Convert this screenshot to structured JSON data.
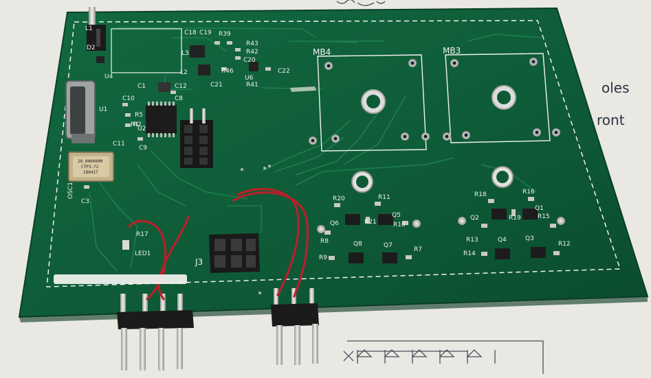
{
  "board": {
    "colors": {
      "pcb": "#0f5e3a",
      "pcb_edge": "#0a4a2d",
      "trace": "#1a7a4c",
      "silk": "#f2f2f2",
      "wire": "#b8202a",
      "header": "#1b1b1b",
      "pin": "#cfcfc8",
      "paper": "#e9e8e3"
    },
    "labels": {
      "mb4": "MB4",
      "mb3": "MB3",
      "j3": "J3",
      "osc1": "OSC1",
      "led1": "LED1",
      "u1": "U1",
      "u2": "U2",
      "u4": "U4",
      "u6": "U6",
      "d2": "D2",
      "l1": "L1",
      "l2": "L2",
      "l3": "L3",
      "c1": "C1",
      "c3": "C3",
      "c8": "C8",
      "c9": "C9",
      "c10": "C10",
      "c11": "C11",
      "c12": "C12",
      "c18": "C18",
      "c19": "C19",
      "c20": "C20",
      "c21": "C21",
      "c22": "C22",
      "r1": "R1",
      "r2": "R2",
      "r5": "R5",
      "r7": "R7",
      "r8": "R8",
      "r9": "R9",
      "r10": "R10",
      "r11": "R11",
      "r12": "R12",
      "r13": "R13",
      "r14": "R14",
      "r15": "R15",
      "r16": "R16",
      "r17": "R17",
      "r18": "R18",
      "r19": "R19",
      "r20": "R20",
      "r21": "R21",
      "r39": "R39",
      "r41": "R41",
      "r42": "R42",
      "r43": "R43",
      "r46": "R46",
      "q1": "Q1",
      "q2": "Q2",
      "q3": "Q3",
      "q4": "Q4",
      "q5": "Q5",
      "q6": "Q6",
      "q7": "Q7",
      "q8": "Q8"
    },
    "crystal_text": [
      "20.000000M",
      "CTP3-72",
      "180417"
    ]
  },
  "paper": {
    "note_lines": [
      "oles",
      "ront"
    ]
  }
}
